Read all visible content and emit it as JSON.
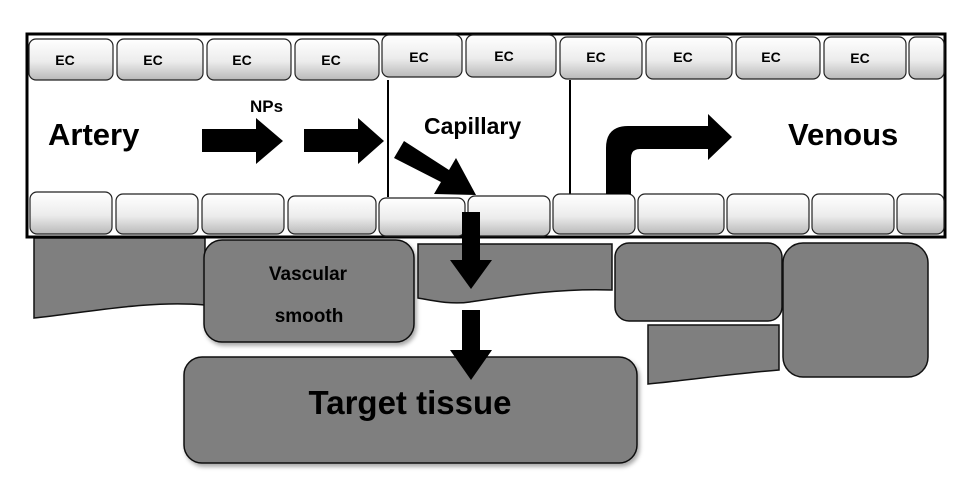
{
  "labels": {
    "ec": "EC",
    "artery": "Artery",
    "nps": "NPs",
    "capillary": "Capillary",
    "venous": "Venous",
    "vascular_smooth_line1": "Vascular",
    "vascular_smooth_line2": "smooth",
    "target_tissue": "Target tissue"
  },
  "colors": {
    "tissue_fill": "#7f7f7f",
    "cell_light": "#f5f5f5",
    "cell_dark": "#bdbdbd",
    "arrow": "#000000"
  }
}
